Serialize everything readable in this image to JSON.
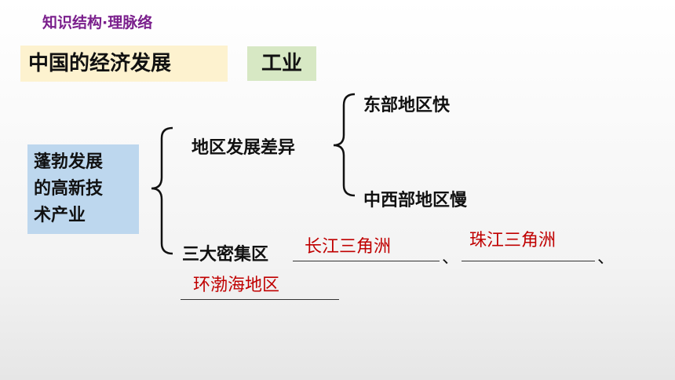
{
  "header": {
    "tag": "知识结构·理脉络"
  },
  "title": {
    "main": "中国的经济发展",
    "topic": "工业"
  },
  "left_box": {
    "lines": [
      "蓬勃发展",
      "的高新技",
      "术产业"
    ]
  },
  "branches": {
    "regional_diff": "地区发展差异",
    "east": "东部地区快",
    "midwest": "中西部地区慢",
    "clusters_label": "三大密集区",
    "answers": [
      "长江三角洲",
      "珠江三角洲",
      "环渤海地区"
    ],
    "separator": "、"
  },
  "colors": {
    "purple": "#7a1f8c",
    "answer_red": "#c00000",
    "title_bg": "#fdf2cf",
    "topic_bg": "#d7e8c4",
    "box_bg": "#bdd7ee"
  }
}
